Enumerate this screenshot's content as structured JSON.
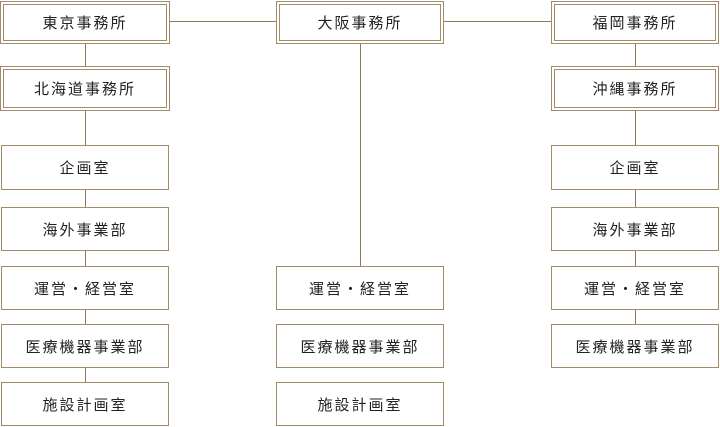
{
  "colors": {
    "line": "#8f7a58",
    "border": "#a08c6a",
    "text": "#222222"
  },
  "offices": {
    "tokyo": "東京事務所",
    "osaka": "大阪事務所",
    "fukuoka": "福岡事務所",
    "hokkaido": "北海道事務所",
    "okinawa": "沖縄事務所"
  },
  "departments": {
    "left": [
      "企画室",
      "海外事業部",
      "運営・経営室",
      "医療機器事業部",
      "施設計画室"
    ],
    "center": [
      "運営・経営室",
      "医療機器事業部",
      "施設計画室"
    ],
    "right": [
      "企画室",
      "海外事業部",
      "運営・経営室",
      "医療機器事業部"
    ]
  }
}
